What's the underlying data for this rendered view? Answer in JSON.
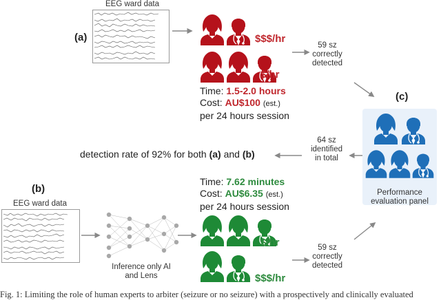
{
  "panel_a": {
    "label": "(a)",
    "eeg_title": "EEG ward data",
    "rate_high": "$$$/hr",
    "rate_low": "$/hr",
    "outcome": [
      "59 sz",
      "correctly",
      "detected"
    ],
    "time_label": "Time:",
    "time_value": "1.5-2.0 hours",
    "cost_label": "Cost:",
    "cost_value": "AU$100",
    "cost_note": "(est.)",
    "session": "per 24 hours session",
    "colors": {
      "expert": "#b5121b"
    }
  },
  "panel_b": {
    "label": "(b)",
    "eeg_title": "EEG ward data",
    "ai_label": [
      "Inference only AI",
      "and Lens"
    ],
    "time_label": "Time:",
    "time_value": "7.62 minutes",
    "cost_label": "Cost:",
    "cost_value": "AU$6.35",
    "cost_note": "(est.)",
    "session": "per 24 hours session",
    "rate_low": "$/hr",
    "rate_high": "$$$/hr",
    "outcome": [
      "59 sz",
      "correctly",
      "detected"
    ],
    "colors": {
      "expert": "#1e8a36"
    }
  },
  "panel_c": {
    "label": "(c)",
    "panel_title": [
      "Performance",
      "evaluation panel"
    ],
    "identified": [
      "64 sz",
      "identified",
      "in total"
    ],
    "colors": {
      "panel": "#1f6fb8"
    }
  },
  "summary": {
    "prefix": "detection rate of 92% for both ",
    "a": "(a)",
    "and": " and ",
    "b": "(b)"
  },
  "caption": "Fig. 1: Limiting the role of human experts to arbiter (seizure or no seizure) with a prospectively and clinically evaluated"
}
